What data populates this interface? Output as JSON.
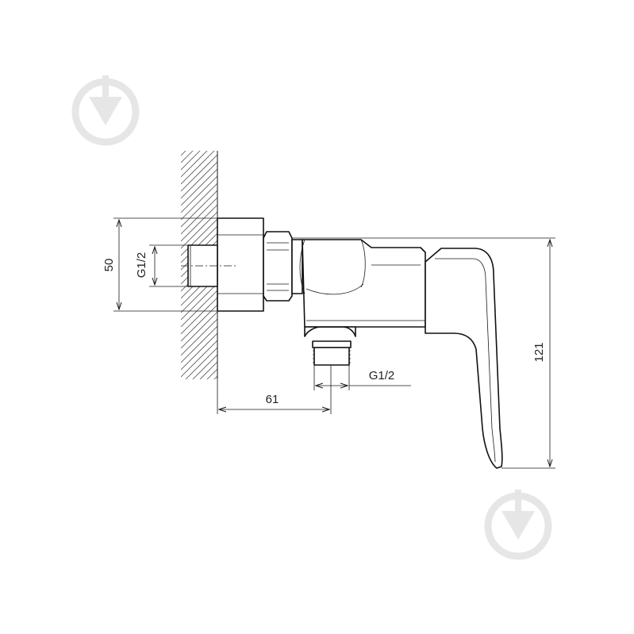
{
  "dimensions": {
    "wall_flange_height": "50",
    "inlet_thread": "G1/2",
    "projection_depth": "61",
    "outlet_thread": "G1/2",
    "overall_height": "121"
  },
  "colors": {
    "line": "#1a1a1a",
    "hatch": "#555555",
    "watermark": "#e6e6e6"
  },
  "icons": {
    "watermark_top": "shovel-watermark-icon",
    "watermark_bottom": "shovel-watermark-icon"
  }
}
